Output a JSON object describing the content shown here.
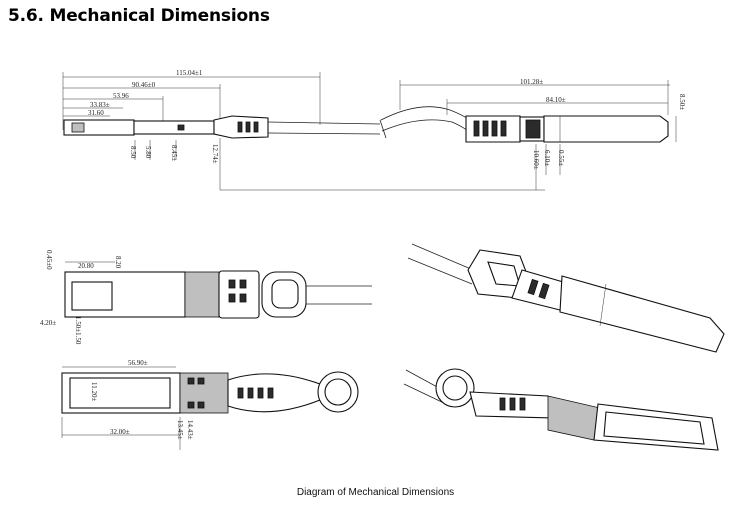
{
  "heading": "5.6. Mechanical Dimensions",
  "caption": "Diagram of Mechanical Dimensions",
  "side_view": {
    "d_total": "115.04±1",
    "d_assembly": "90.46±0",
    "d_53": "53.96",
    "d_33": "33.83±",
    "d_31": "31.60",
    "d_850": "8.50",
    "d_580": "5.80",
    "d_845": "8.45±",
    "d_1274": "12.74±"
  },
  "top_view": {
    "d_101": "101.28±",
    "d_84": "84.10±",
    "d_850": "8.50±",
    "d_1060": "10.60±",
    "d_610": "6.10±",
    "d_055": "0.55±"
  },
  "front_view": {
    "d_045": "0.45±0",
    "d_2080": "20.80",
    "d_820": "8.20",
    "d_420": "4.20±",
    "d_150": "1.50±1.50"
  },
  "bottom_view": {
    "d_5690": "56.90±",
    "d_1120": "11.20±",
    "d_3200": "32.00±",
    "d_1443": "14.43±",
    "d_1345": "13.45±"
  }
}
